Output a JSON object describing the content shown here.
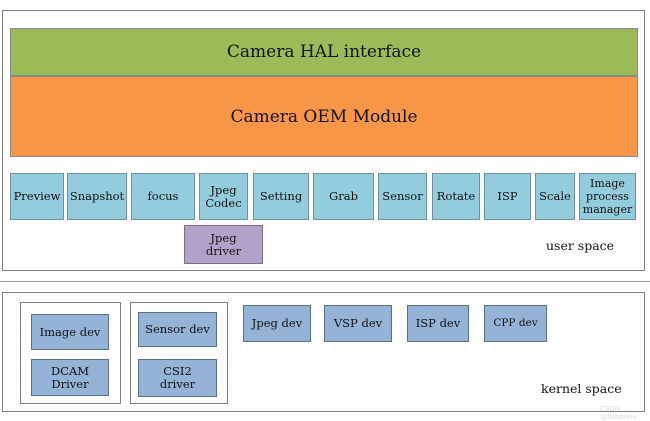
{
  "user_space": {
    "hal_interface": "Camera HAL interface",
    "oem_module": "Camera OEM Module",
    "modules": [
      "Preview",
      "Snapshot",
      "focus",
      "Jpeg\nCodec",
      "Setting",
      "Grab",
      "Sensor",
      "Rotate",
      "ISP",
      "Scale",
      "Image\nprocess\nmanager"
    ],
    "jpeg_driver": "Jpeg\ndriver",
    "label": "user space"
  },
  "kernel_space": {
    "image_dev": "Image dev",
    "dcam_driver": "DCAM Driver",
    "sensor_dev": "Sensor dev",
    "csi2_driver": "CSI2\ndriver",
    "devices": [
      "Jpeg dev",
      "VSP dev",
      "ISP dev",
      "CPP dev"
    ],
    "label": "kernel space"
  },
  "watermark": "CSDN @fishbone",
  "colors": {
    "hal_bar": "#9bbb59",
    "oem_bar": "#f79646",
    "module_box": "#93cddd",
    "kernel_box": "#95b3d7",
    "driver_box": "#b3a2c7"
  }
}
